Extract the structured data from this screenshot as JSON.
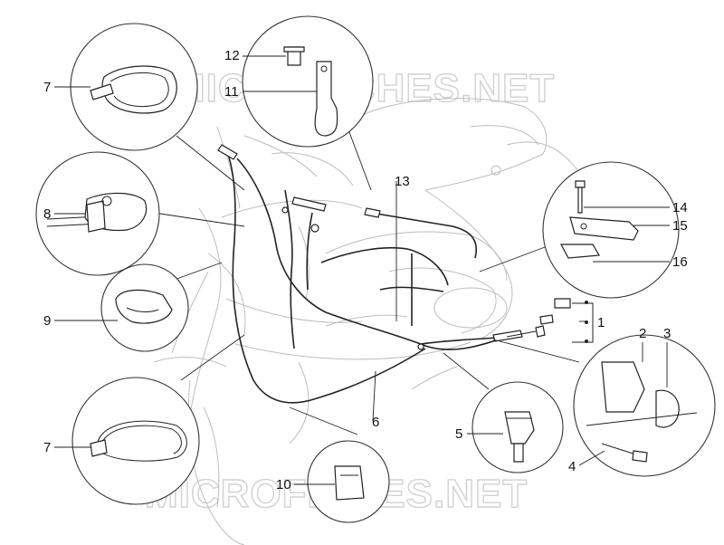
{
  "watermark_top": "MICROFICHES.NET",
  "watermark_bottom": "MICROFICHES.NET",
  "callouts": [
    "1",
    "2",
    "3",
    "4",
    "5",
    "6",
    "7",
    "7",
    "8",
    "9",
    "10",
    "11",
    "12",
    "13",
    "14",
    "15",
    "16"
  ]
}
